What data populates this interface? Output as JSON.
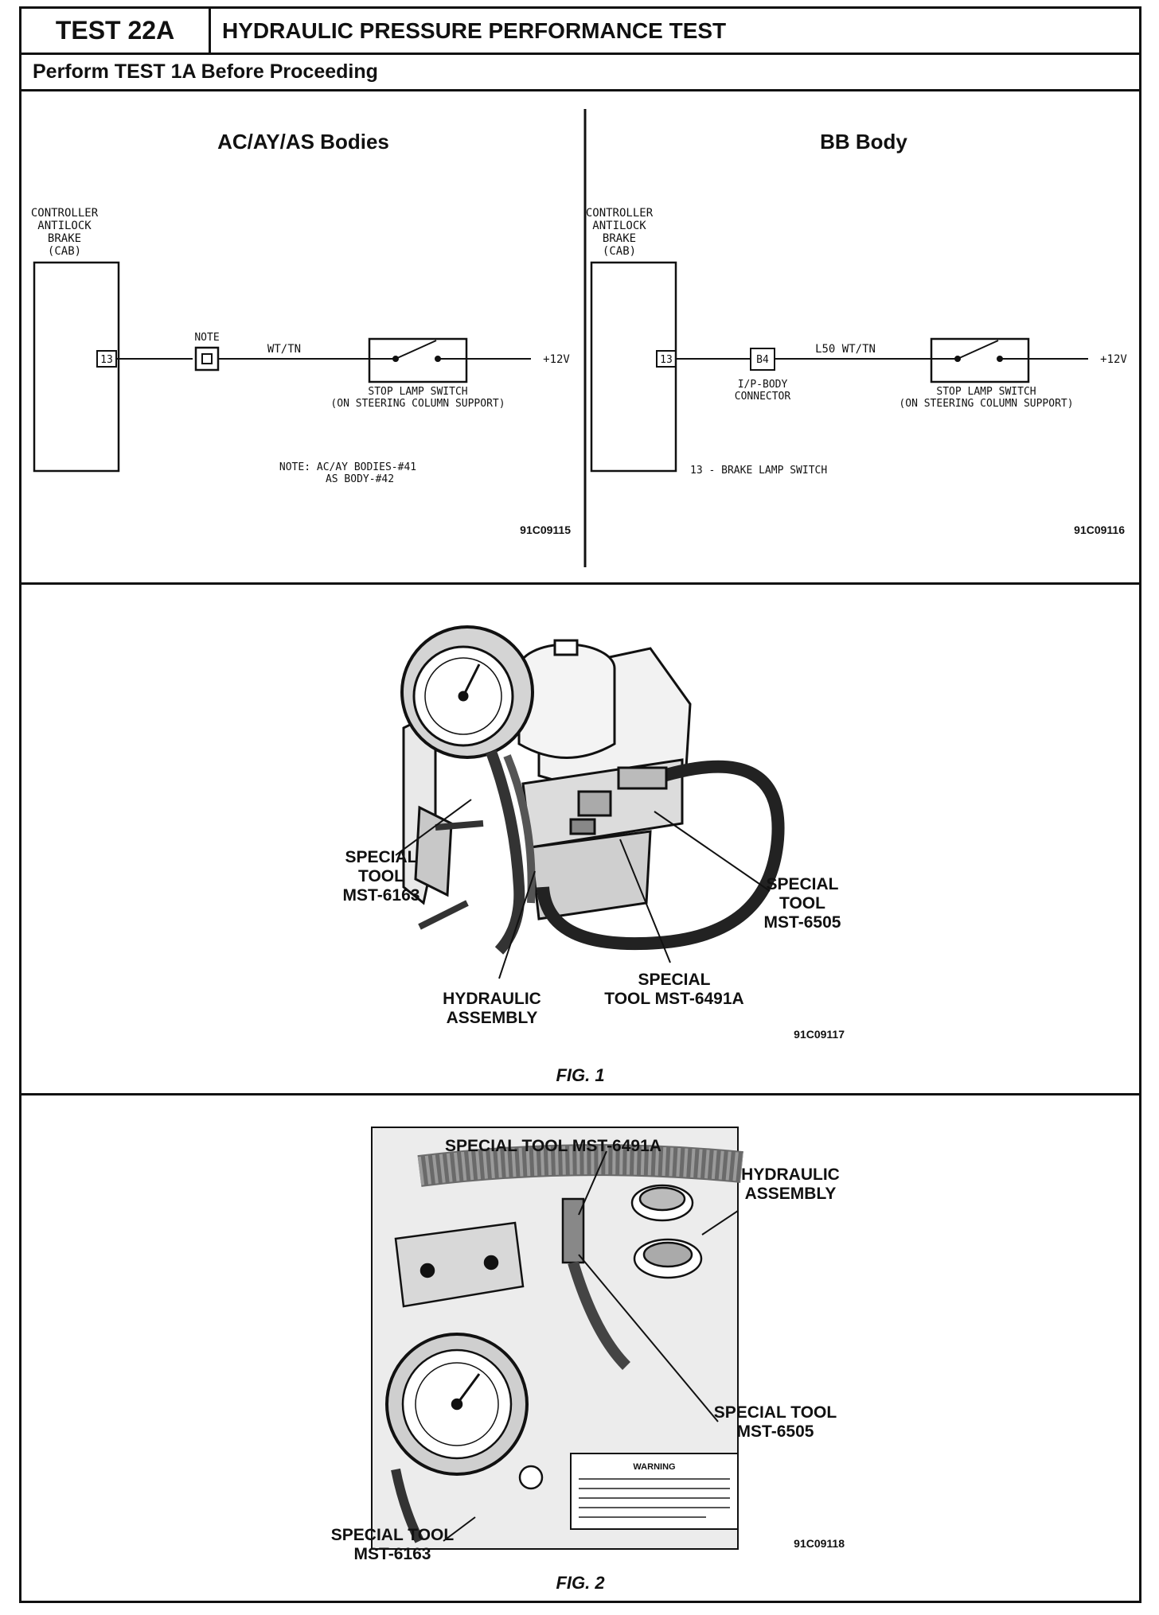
{
  "header": {
    "test_id": "TEST 22A",
    "title": "HYDRAULIC PRESSURE PERFORMANCE TEST",
    "prerequisite": "Perform TEST 1A Before Proceeding"
  },
  "schematic_left": {
    "heading": "AC/AY/AS Bodies",
    "controller_lines": [
      "CONTROLLER",
      "ANTILOCK",
      "BRAKE",
      "(CAB)"
    ],
    "pin": "13",
    "note_label": "NOTE",
    "wire": "WT/TN",
    "switch_lines": [
      "STOP LAMP SWITCH",
      "(ON STEERING COLUMN SUPPORT)"
    ],
    "voltage": "+12V",
    "note_lines": [
      "NOTE: AC/AY BODIES-#41",
      "AS BODY-#42"
    ],
    "figure_code": "91C09115"
  },
  "schematic_right": {
    "heading": "BB Body",
    "controller_lines": [
      "CONTROLLER",
      "ANTILOCK",
      "BRAKE",
      "(CAB)"
    ],
    "pin": "13",
    "connector_pin": "B4",
    "connector_lines": [
      "I/P-BODY",
      "CONNECTOR"
    ],
    "wire": "L50 WT/TN",
    "switch_lines": [
      "STOP LAMP SWITCH",
      "(ON STEERING COLUMN SUPPORT)"
    ],
    "voltage": "+12V",
    "pin_note": "13 - BRAKE LAMP SWITCH",
    "figure_code": "91C09116"
  },
  "figure1": {
    "callout_mst6163": [
      "SPECIAL",
      "TOOL",
      "MST-6163"
    ],
    "callout_mst6505": [
      "SPECIAL",
      "TOOL",
      "MST-6505"
    ],
    "callout_mst6491a": [
      "SPECIAL",
      "TOOL MST-6491A"
    ],
    "callout_hydraulic": [
      "HYDRAULIC",
      "ASSEMBLY"
    ],
    "figure_code": "91C09117",
    "caption": "FIG. 1"
  },
  "figure2": {
    "callout_mst6491a": "SPECIAL TOOL MST-6491A",
    "callout_hydraulic": [
      "HYDRAULIC",
      "ASSEMBLY"
    ],
    "callout_mst6505": [
      "SPECIAL TOOL",
      "MST-6505"
    ],
    "callout_mst6163": [
      "SPECIAL TOOL",
      "MST-6163"
    ],
    "warning_title": "WARNING",
    "figure_code": "91C09118",
    "caption": "FIG. 2"
  }
}
